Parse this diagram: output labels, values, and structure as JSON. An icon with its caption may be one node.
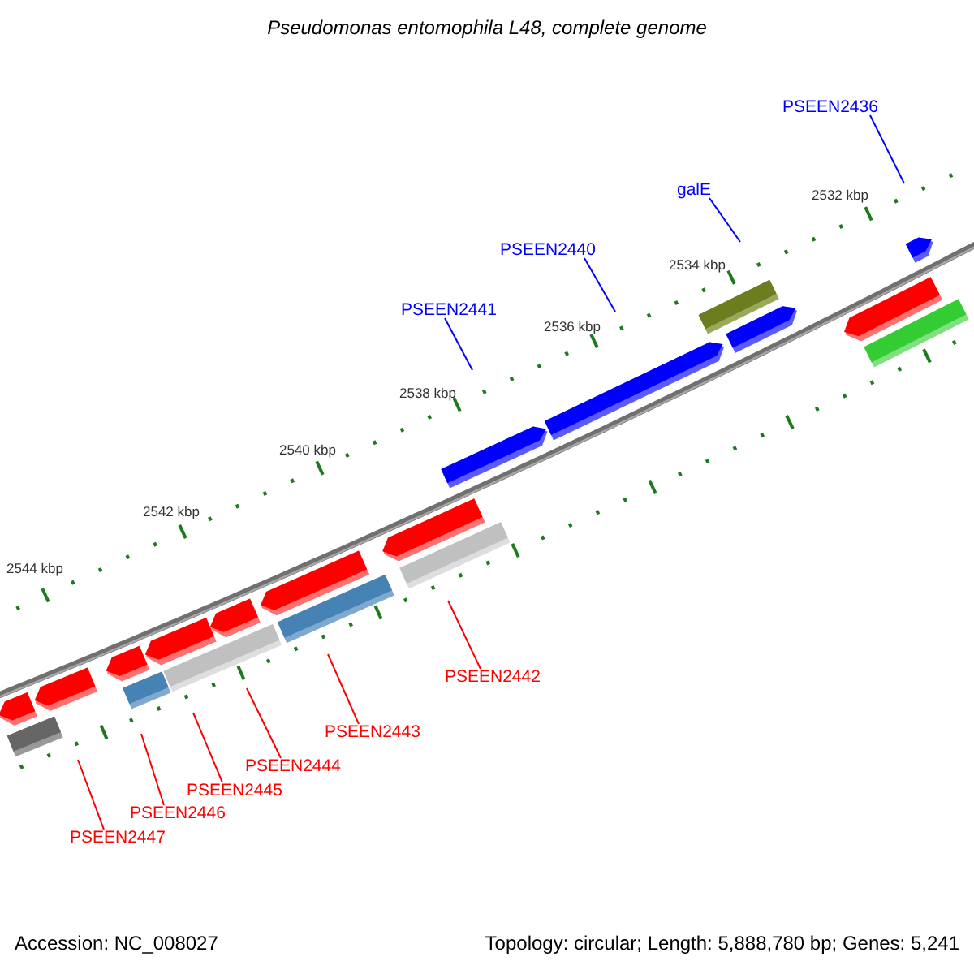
{
  "diagram": {
    "title": "Pseudomonas entomophila L48, complete genome",
    "nodes": [
      {
        "text": [
          "PSEEN2436"
        ]
      },
      {
        "text": [
          "galE"
        ]
      },
      {
        "text": [
          "PSEEN2440"
        ]
      },
      {
        "text": [
          "PSEEN2441"
        ]
      },
      {
        "text": [
          "PSEEN2442"
        ]
      },
      {
        "text": [
          "PSEEN2443"
        ]
      },
      {
        "text": [
          "PSEEN2444"
        ]
      },
      {
        "text": [
          "PSEEN2445"
        ]
      },
      {
        "text": [
          "PSEEN2446"
        ]
      },
      {
        "text": [
          "PSEEN2447"
        ]
      }
    ],
    "edges": [
      {
        "from": 0,
        "to": null,
        "arrow": "none",
        "color": "#0000ff"
      },
      {
        "from": 1,
        "to": null,
        "arrow": "none",
        "color": "#0000ff"
      },
      {
        "from": 2,
        "to": null,
        "arrow": "none",
        "color": "#0000ff"
      },
      {
        "from": 3,
        "to": null,
        "arrow": "none",
        "color": "#0000ff"
      },
      {
        "from": 4,
        "to": null,
        "arrow": "none",
        "color": "#ff0000"
      },
      {
        "from": 5,
        "to": null,
        "arrow": "none",
        "color": "#ff0000"
      },
      {
        "from": 6,
        "to": null,
        "arrow": "none",
        "color": "#ff0000"
      },
      {
        "from": 7,
        "to": null,
        "arrow": "none",
        "color": "#ff0000"
      },
      {
        "from": 8,
        "to": null,
        "arrow": "none",
        "color": "#ff0000"
      },
      {
        "from": 9,
        "to": null,
        "arrow": "none",
        "color": "#ff0000"
      }
    ],
    "labels": [
      "2532 kbp",
      "2534 kbp",
      "2536 kbp",
      "2538 kbp",
      "2540 kbp",
      "2542 kbp",
      "2544 kbp",
      "Accession: NC_008027",
      "Topology: circular; Length: 5,888,780 bp; Genes: 5,241"
    ]
  }
}
